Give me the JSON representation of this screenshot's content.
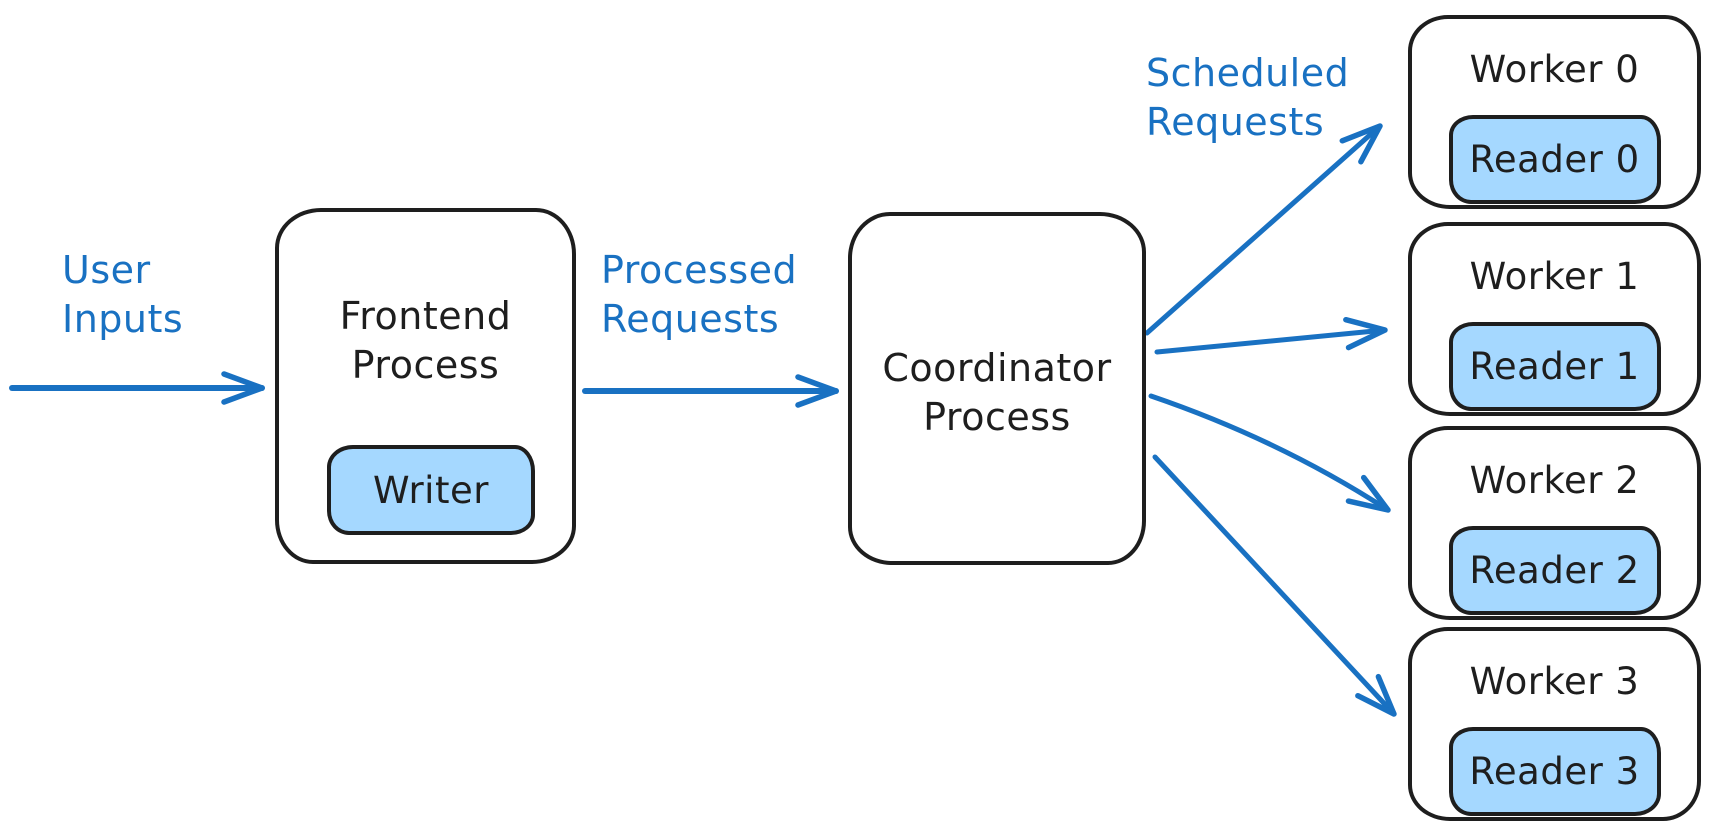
{
  "diagram": {
    "colors": {
      "accent_blue": "#1971c2",
      "stroke_black": "#1e1e1e",
      "child_fill": "#a5d8ff",
      "node_fill": "#ffffff",
      "background": "#ffffff"
    },
    "edge_labels": {
      "user_inputs": {
        "line1": "User",
        "line2": "Inputs"
      },
      "processed_requests": {
        "line1": "Processed",
        "line2": "Requests"
      },
      "scheduled_requests": {
        "line1": "Scheduled",
        "line2": "Requests"
      }
    },
    "frontend": {
      "title_line1": "Frontend",
      "title_line2": "Process",
      "child_label": "Writer"
    },
    "coordinator": {
      "title_line1": "Coordinator",
      "title_line2": "Process"
    },
    "workers": [
      {
        "title": "Worker 0",
        "child_label": "Reader 0"
      },
      {
        "title": "Worker 1",
        "child_label": "Reader 1"
      },
      {
        "title": "Worker 2",
        "child_label": "Reader 2"
      },
      {
        "title": "Worker 3",
        "child_label": "Reader 3"
      }
    ],
    "edges": [
      {
        "from": "external",
        "to": "frontend",
        "label": "User Inputs"
      },
      {
        "from": "frontend",
        "to": "coordinator",
        "label": "Processed Requests"
      },
      {
        "from": "coordinator",
        "to": "worker-0",
        "label": "Scheduled Requests"
      },
      {
        "from": "coordinator",
        "to": "worker-1",
        "label": "Scheduled Requests"
      },
      {
        "from": "coordinator",
        "to": "worker-2",
        "label": "Scheduled Requests"
      },
      {
        "from": "coordinator",
        "to": "worker-3",
        "label": "Scheduled Requests"
      }
    ]
  }
}
